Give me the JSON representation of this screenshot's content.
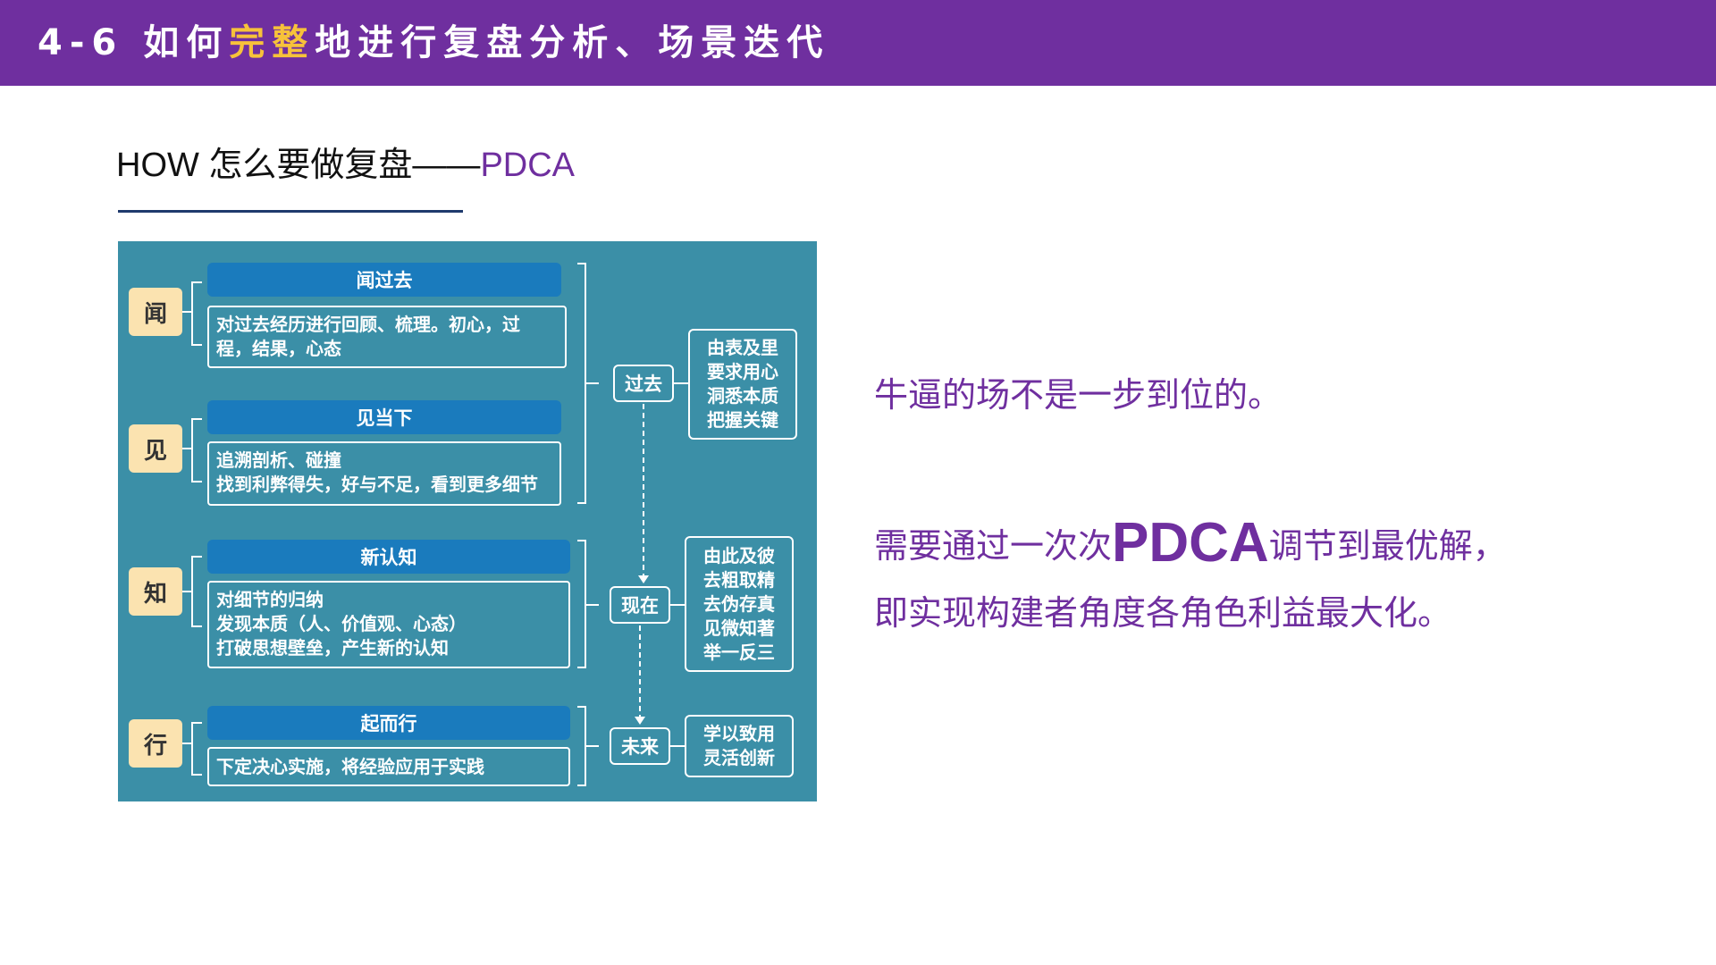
{
  "header": {
    "prefix": "4-6  如何",
    "highlight": "完整",
    "suffix": "地进行复盘分析、场景迭代"
  },
  "subtitle": {
    "text": "HOW 怎么要做复盘——",
    "accent": "PDCA"
  },
  "diagram": {
    "side_labels": [
      "闻",
      "见",
      "知",
      "行"
    ],
    "sections": [
      {
        "title": "闻过去",
        "lines": [
          "对过去经历进行回顾、梳理。初心，过",
          "程，结果，心态"
        ]
      },
      {
        "title": "见当下",
        "lines": [
          "追溯剖析、碰撞",
          "找到利弊得失，好与不足，看到更多细节"
        ]
      },
      {
        "title": "新认知",
        "lines": [
          "对细节的归纳",
          "发现本质（人、价值观、心态）",
          "打破思想壁垒，产生新的认知"
        ]
      },
      {
        "title": "起而行",
        "lines": [
          "下定决心实施，将经验应用于实践"
        ]
      }
    ],
    "timeline": [
      "过去",
      "现在",
      "未来"
    ],
    "summaries": [
      [
        "由表及里",
        "要求用心",
        "洞悉本质",
        "把握关键"
      ],
      [
        "由此及彼",
        "去粗取精",
        "去伪存真",
        "见微知著",
        "举一反三"
      ],
      [
        "学以致用",
        "灵活创新"
      ]
    ]
  },
  "right_text": {
    "line1": "牛逼的场不是一步到位的。",
    "line2_pre": "需要通过一次次",
    "line2_big": "PDCA",
    "line2_post": "调节到最优解，",
    "line3": "即实现构建者角度各角色利益最大化。"
  },
  "colors": {
    "brand_purple": "#6f2f9f",
    "highlight_yellow": "#f7c23a",
    "diagram_bg": "#3b8fa7",
    "pill_blue": "#1a7bbd",
    "label_cream": "#fbe3b0"
  }
}
